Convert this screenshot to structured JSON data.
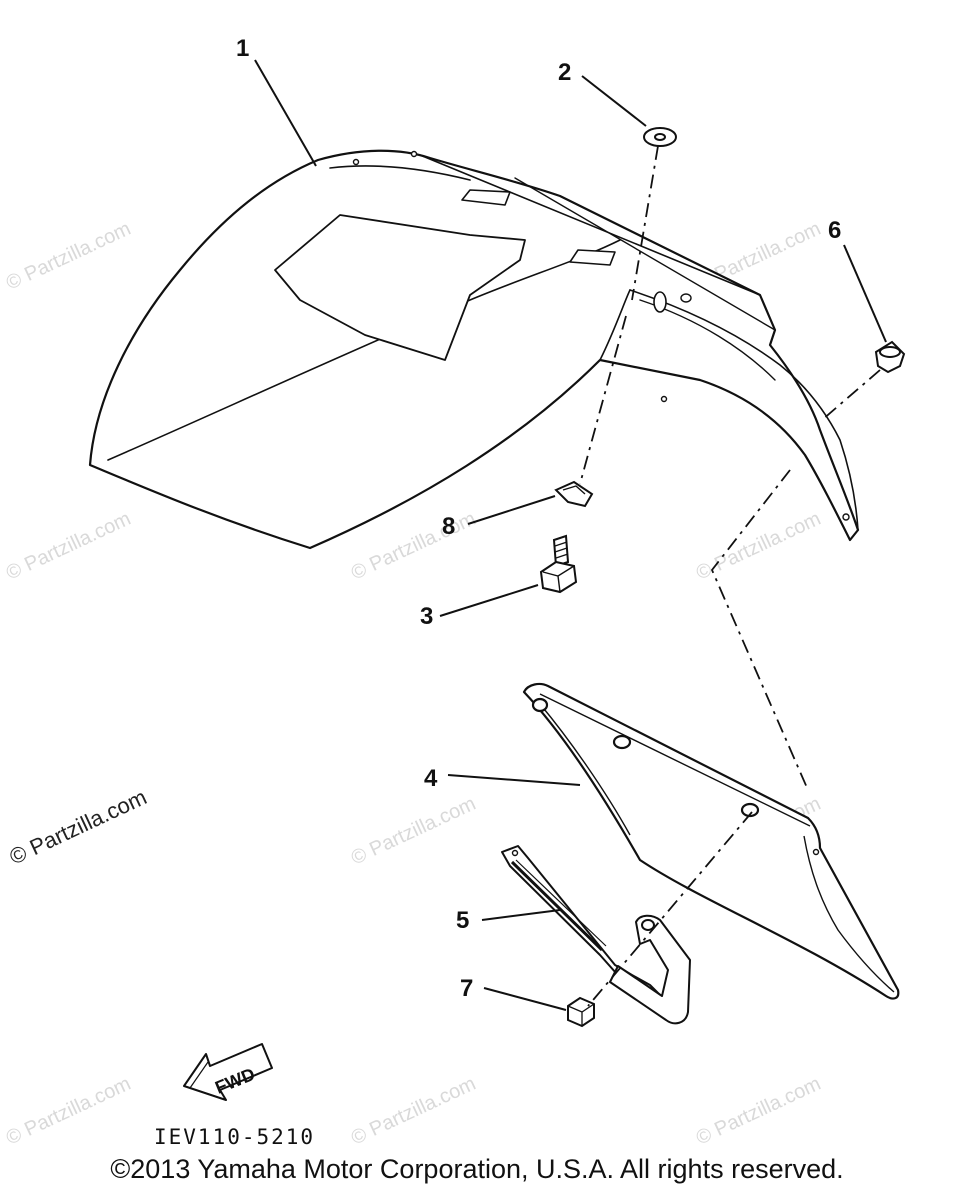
{
  "diagram": {
    "callouts": [
      "1",
      "2",
      "3",
      "4",
      "5",
      "6",
      "7",
      "8"
    ],
    "fwd_label": "FWD",
    "diagram_code": "IEV110-5210",
    "watermark": "© Partzilla.com"
  },
  "footer": {
    "copyright": "©2013 Yamaha Motor Corporation, U.S.A. All rights reserved."
  }
}
